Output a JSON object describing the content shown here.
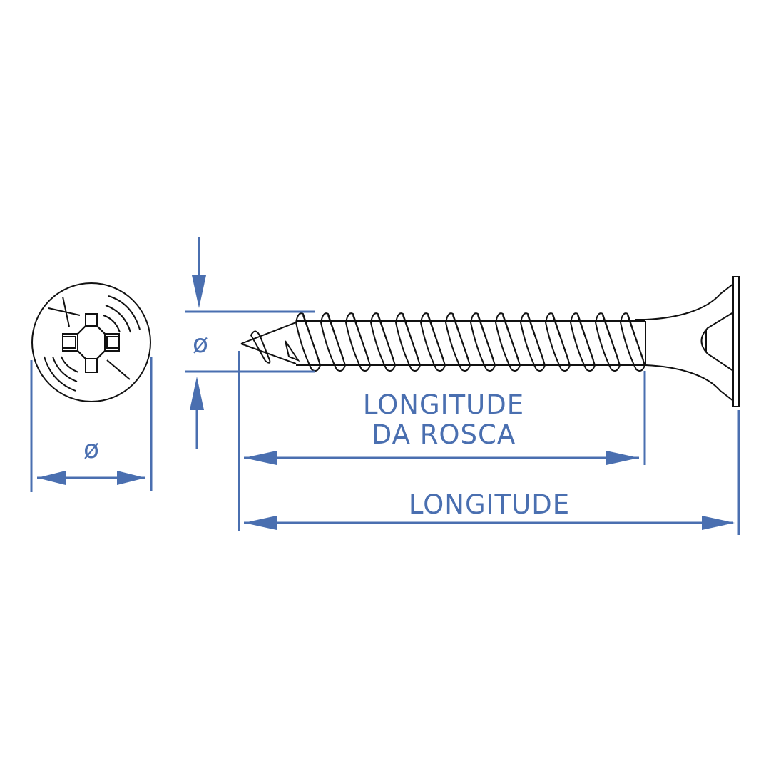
{
  "labels": {
    "diameter_symbol": "ø",
    "thread_length_line1": "LONGITUDE",
    "thread_length_line2": "DA ROSCA",
    "total_length": "LONGITUDE"
  },
  "colors": {
    "dimension": "#4a6fb0",
    "outline": "#111111",
    "background": "#ffffff"
  },
  "views": {
    "head_view": "phillips-head-top-view",
    "side_view": "drywall-screw-side-view"
  }
}
